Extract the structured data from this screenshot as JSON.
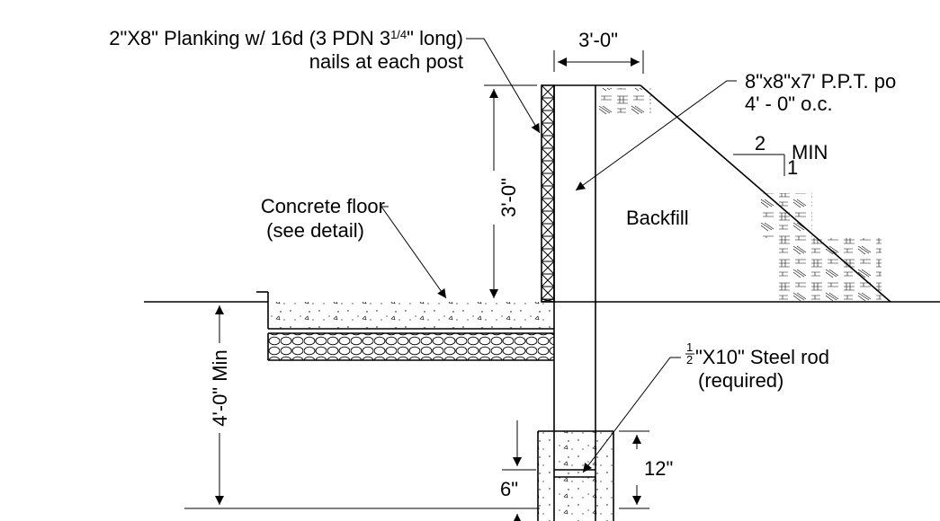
{
  "labels": {
    "planking_line1": "2\"X8\" Planking w/ 16d (3 PDN 3",
    "planking_frac": "1/4",
    "planking_line1_end": "\" long)",
    "planking_line2": "nails at each post",
    "top_width_dim": "3'-0\"",
    "post_line1": "8\"x8\"x7' P.P.T. po",
    "post_line2": "4' - 0\" o.c.",
    "slope_run": "2",
    "slope_rise": "1",
    "slope_min": "MIN",
    "wall_height_dim": "3'-0\"",
    "backfill": "Backfill",
    "floor_line1": "Concrete floor",
    "floor_line2": "(see detail)",
    "rod_frac_num": "1",
    "rod_frac_den": "2",
    "rod_line1": "\"X10\" Steel rod",
    "rod_line2": "(required)",
    "depth_dim": "4'-0\" Min",
    "footing_depth_dim": "12\"",
    "embed_dim": "6\""
  }
}
